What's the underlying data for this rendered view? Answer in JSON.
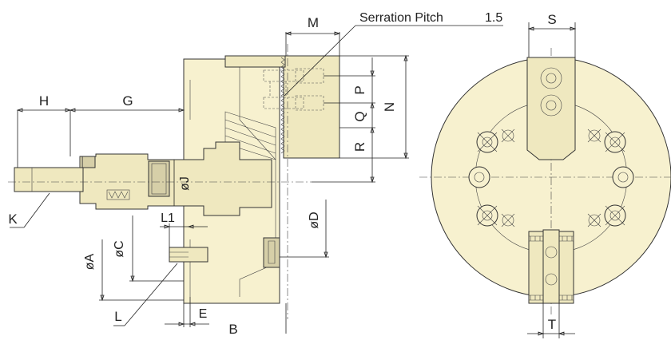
{
  "drawing": {
    "colors": {
      "body": "#f7f1cf",
      "jaw": "#efe8bf",
      "shade": "#d6cfa8",
      "line": "#333333",
      "dark": "#555555"
    },
    "labels": {
      "H": "H",
      "G": "G",
      "M": "M",
      "serration": "Serration Pitch",
      "serration_value": "1.5",
      "S": "S",
      "N": "N",
      "P": "P",
      "Q": "Q",
      "R": "R",
      "J": "øJ",
      "K": "K",
      "L1": "L1",
      "D": "øD",
      "C": "øC",
      "A": "øA",
      "E": "E",
      "L": "L",
      "B": "B",
      "T": "T"
    }
  }
}
